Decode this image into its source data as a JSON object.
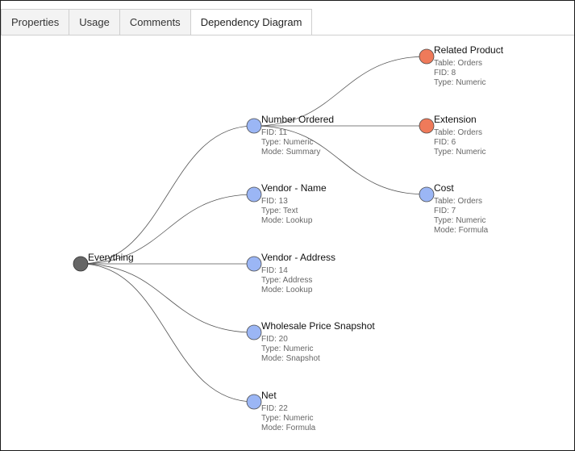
{
  "tabs": [
    {
      "label": "Properties",
      "active": false
    },
    {
      "label": "Usage",
      "active": false
    },
    {
      "label": "Comments",
      "active": false
    },
    {
      "label": "Dependency Diagram",
      "active": true
    }
  ],
  "colors": {
    "root": "#666666",
    "field": "#9bb6f5",
    "related": "#ef7a5a",
    "edge": "#555555"
  },
  "diagram": {
    "root": {
      "label": "Everything"
    },
    "fields": [
      {
        "name": "Number Ordered",
        "details": [
          "FID: 11",
          "Type: Numeric",
          "Mode: Summary"
        ]
      },
      {
        "name": "Vendor - Name",
        "details": [
          "FID: 13",
          "Type: Text",
          "Mode: Lookup"
        ]
      },
      {
        "name": "Vendor - Address",
        "details": [
          "FID: 14",
          "Type: Address",
          "Mode: Lookup"
        ]
      },
      {
        "name": "Wholesale Price Snapshot",
        "details": [
          "FID: 20",
          "Type: Numeric",
          "Mode: Snapshot"
        ]
      },
      {
        "name": "Net",
        "details": [
          "FID: 22",
          "Type: Numeric",
          "Mode: Formula"
        ]
      }
    ],
    "dependents": [
      {
        "name": "Related Product",
        "color": "related",
        "details": [
          "Table: Orders",
          "FID: 8",
          "Type: Numeric"
        ]
      },
      {
        "name": "Extension",
        "color": "related",
        "details": [
          "Table: Orders",
          "FID: 6",
          "Type: Numeric"
        ]
      },
      {
        "name": "Cost",
        "color": "field",
        "details": [
          "Table: Orders",
          "FID: 7",
          "Type: Numeric",
          "Mode: Formula"
        ]
      }
    ]
  }
}
